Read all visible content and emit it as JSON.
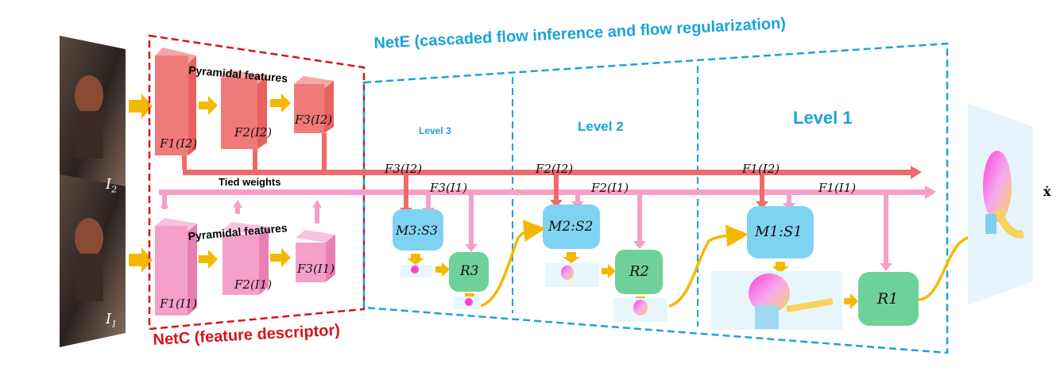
{
  "title": "NetE (cascaded flow inference and flow regularization)",
  "netc_label": "NetC (feature descriptor)",
  "levels": [
    "Level 3",
    "Level 2",
    "Level 1"
  ],
  "pyramid_label_top": "Pyramidal features",
  "pyramid_label_bottom": "Pyramidal features",
  "tied_weights": "Tied weights",
  "input_labels": {
    "i2": "I",
    "i2_sub": "2",
    "i1": "I",
    "i1_sub": "1"
  },
  "feature_labels_i2": [
    "F1(I2)",
    "F2(I2)",
    "F3(I2)"
  ],
  "feature_labels_i1": [
    "F1(I1)",
    "F2(I1)",
    "F3(I1)"
  ],
  "matching_blocks": [
    "M3:S3",
    "M2:S2",
    "M1:S1"
  ],
  "regularization_blocks": [
    "R3",
    "R2",
    "R1"
  ],
  "output_label": "ẋ",
  "colors": {
    "netc_border": "#d8121a",
    "nete_border": "#1aa3d9",
    "top_feature": "#f07a7a",
    "bottom_feature": "#f59ac6",
    "matching": "#7fd3f2",
    "regularization": "#6fd19a",
    "arrow": "#f5b800"
  }
}
